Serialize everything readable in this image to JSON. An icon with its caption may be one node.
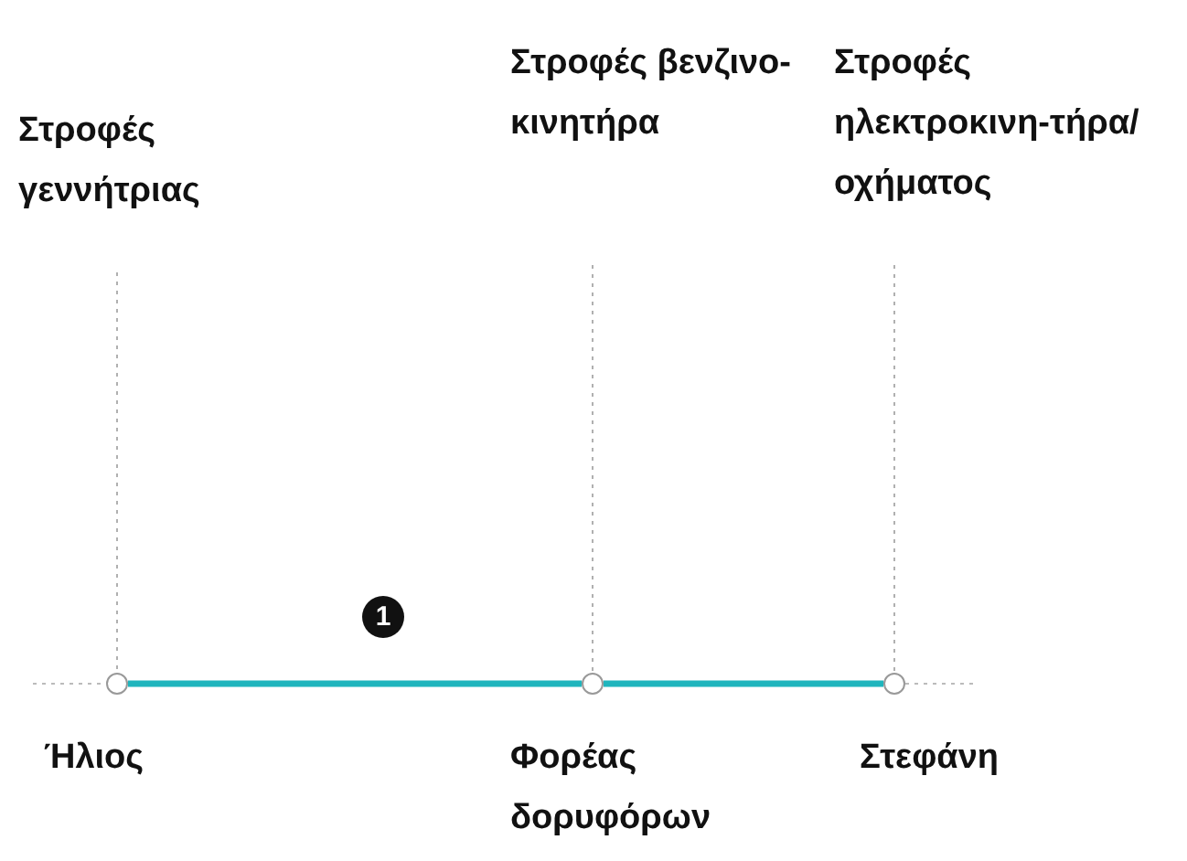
{
  "diagram": {
    "nodes": [
      {
        "text": [
          "Στροφές γεννήτριας"
        ]
      },
      {
        "text": [
          "Στροφές βενζινο-κινητήρα"
        ]
      },
      {
        "text": [
          "Στροφές ηλεκτροκινη-τήρα/οχήματος"
        ]
      },
      {
        "text": [],
        "shape": "circle",
        "beside": [
          "Ήλιος"
        ]
      },
      {
        "text": [],
        "shape": "circle",
        "beside": [
          "Φορέας δορυφόρων"
        ]
      },
      {
        "text": [],
        "shape": "circle",
        "beside": [
          "Στεφάνη"
        ]
      }
    ],
    "edges": [
      {
        "from": 0,
        "to": 3,
        "arrow": "none",
        "style": "dashed",
        "color": "#b0b0b0"
      },
      {
        "from": 1,
        "to": 4,
        "arrow": "none",
        "style": "dashed",
        "color": "#b0b0b0"
      },
      {
        "from": 2,
        "to": 5,
        "arrow": "none",
        "style": "dashed",
        "color": "#b0b0b0"
      },
      {
        "from": 3,
        "to": 4,
        "arrow": "none",
        "style": "thick",
        "color": "#1fb5bd"
      },
      {
        "from": 4,
        "to": 5,
        "arrow": "none",
        "style": "thick",
        "color": "#1fb5bd"
      }
    ],
    "labels": [
      "1"
    ]
  }
}
